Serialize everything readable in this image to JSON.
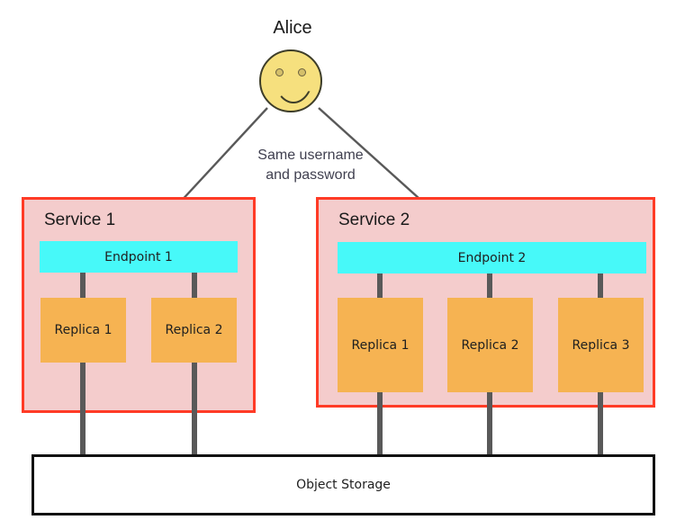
{
  "diagram": {
    "actor": {
      "name": "Alice",
      "icon": "smiley-face-icon",
      "face_color": "#f6e07e"
    },
    "caption": "Same username\nand password",
    "caption_line_1": "Same username",
    "caption_line_2": "and password",
    "colors": {
      "service_fill": "#f4cccc",
      "service_border": "#ff3b26",
      "endpoint_fill": "#47f9f9",
      "replica_fill": "#f6b352",
      "connector": "#595959",
      "storage_fill": "#ffffff",
      "storage_border": "#111111",
      "arrow": "#595959",
      "text": "#1f1f1f",
      "caption_text": "#3f3f4f"
    },
    "services": [
      {
        "title": "Service 1",
        "endpoint": "Endpoint 1",
        "replicas": [
          "Replica 1",
          "Replica 2"
        ]
      },
      {
        "title": "Service 2",
        "endpoint": "Endpoint 2",
        "replicas": [
          "Replica 1",
          "Replica 2",
          "Replica 3"
        ]
      }
    ],
    "storage": {
      "label": "Object Storage"
    }
  }
}
